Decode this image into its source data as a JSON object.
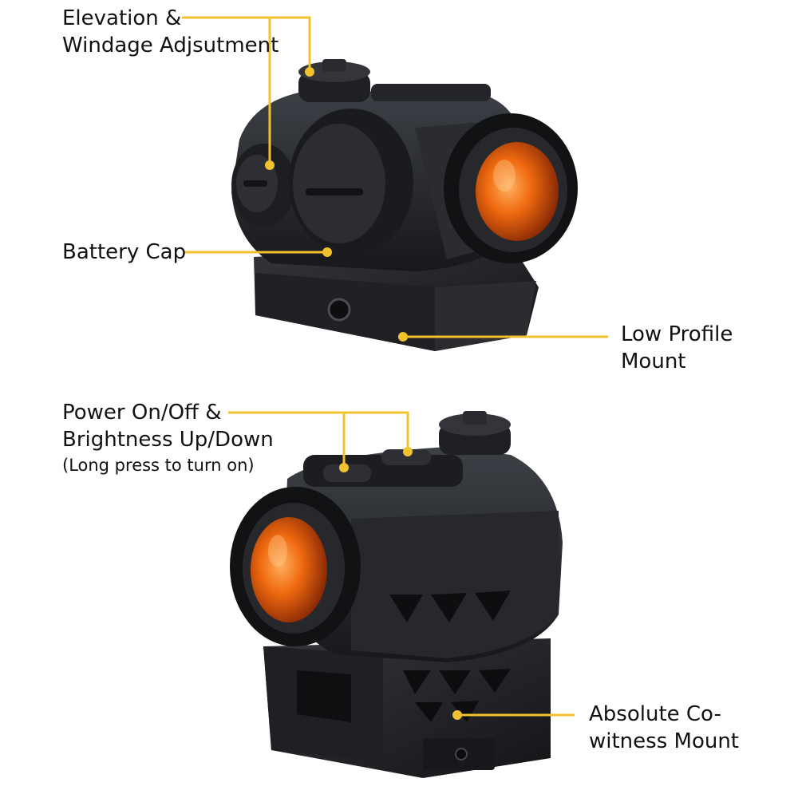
{
  "colors": {
    "leader": "#F2C12E",
    "label_text": "#111111",
    "body_dark": "#1b1c1f",
    "body_mid": "#2c2e33",
    "body_light": "#3d4046",
    "lens_orange": "#F06A10",
    "lens_glow": "#FFB060"
  },
  "callouts": {
    "elevation": {
      "line1": "Elevation &",
      "line2": "Windage Adjsutment"
    },
    "battery": {
      "line1": "Battery Cap"
    },
    "low_mount": {
      "line1": "Low Profile",
      "line2": "Mount"
    },
    "power": {
      "line1": "Power On/Off &",
      "line2": "Brightness Up/Down",
      "line3": "(Long press to turn on)"
    },
    "cowitness": {
      "line1": "Absolute Co-",
      "line2": "witness Mount"
    }
  }
}
